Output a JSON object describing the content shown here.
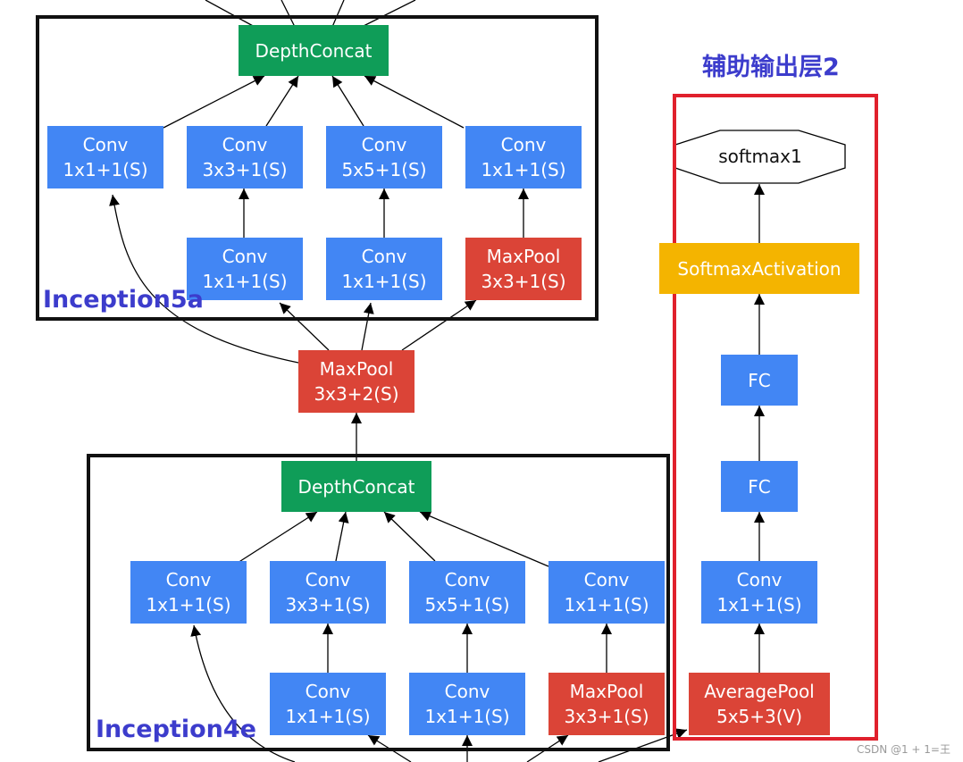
{
  "aux_title": "辅助输出层2",
  "modules": {
    "inception5a": {
      "label": "Inception5a",
      "concat": "DepthConcat",
      "branches_top": [
        {
          "line1": "Conv",
          "line2": "1x1+1(S)"
        },
        {
          "line1": "Conv",
          "line2": "3x3+1(S)"
        },
        {
          "line1": "Conv",
          "line2": "5x5+1(S)"
        },
        {
          "line1": "Conv",
          "line2": "1x1+1(S)"
        }
      ],
      "branches_bottom": [
        {
          "line1": "Conv",
          "line2": "1x1+1(S)"
        },
        {
          "line1": "Conv",
          "line2": "1x1+1(S)"
        },
        {
          "line1": "MaxPool",
          "line2": "3x3+1(S)"
        }
      ]
    },
    "inception4e": {
      "label": "Inception4e",
      "concat": "DepthConcat",
      "branches_top": [
        {
          "line1": "Conv",
          "line2": "1x1+1(S)"
        },
        {
          "line1": "Conv",
          "line2": "3x3+1(S)"
        },
        {
          "line1": "Conv",
          "line2": "5x5+1(S)"
        },
        {
          "line1": "Conv",
          "line2": "1x1+1(S)"
        }
      ],
      "branches_bottom": [
        {
          "line1": "Conv",
          "line2": "1x1+1(S)"
        },
        {
          "line1": "Conv",
          "line2": "1x1+1(S)"
        },
        {
          "line1": "MaxPool",
          "line2": "3x3+1(S)"
        }
      ]
    }
  },
  "between_pool": {
    "line1": "MaxPool",
    "line2": "3x3+2(S)"
  },
  "aux": {
    "output": "softmax1",
    "activation": "SoftmaxActivation",
    "fc2": "FC",
    "fc1": "FC",
    "conv": {
      "line1": "Conv",
      "line2": "1x1+1(S)"
    },
    "pool": {
      "line1": "AveragePool",
      "line2": "5x5+3(V)"
    }
  },
  "watermark": "CSDN @1 + 1=王",
  "colors": {
    "conv": "#4286f4",
    "pool": "#db4437",
    "concat": "#0f9d58",
    "activation": "#f4b400",
    "module_label": "#3c3ccc",
    "aux_frame": "#e0202c"
  }
}
